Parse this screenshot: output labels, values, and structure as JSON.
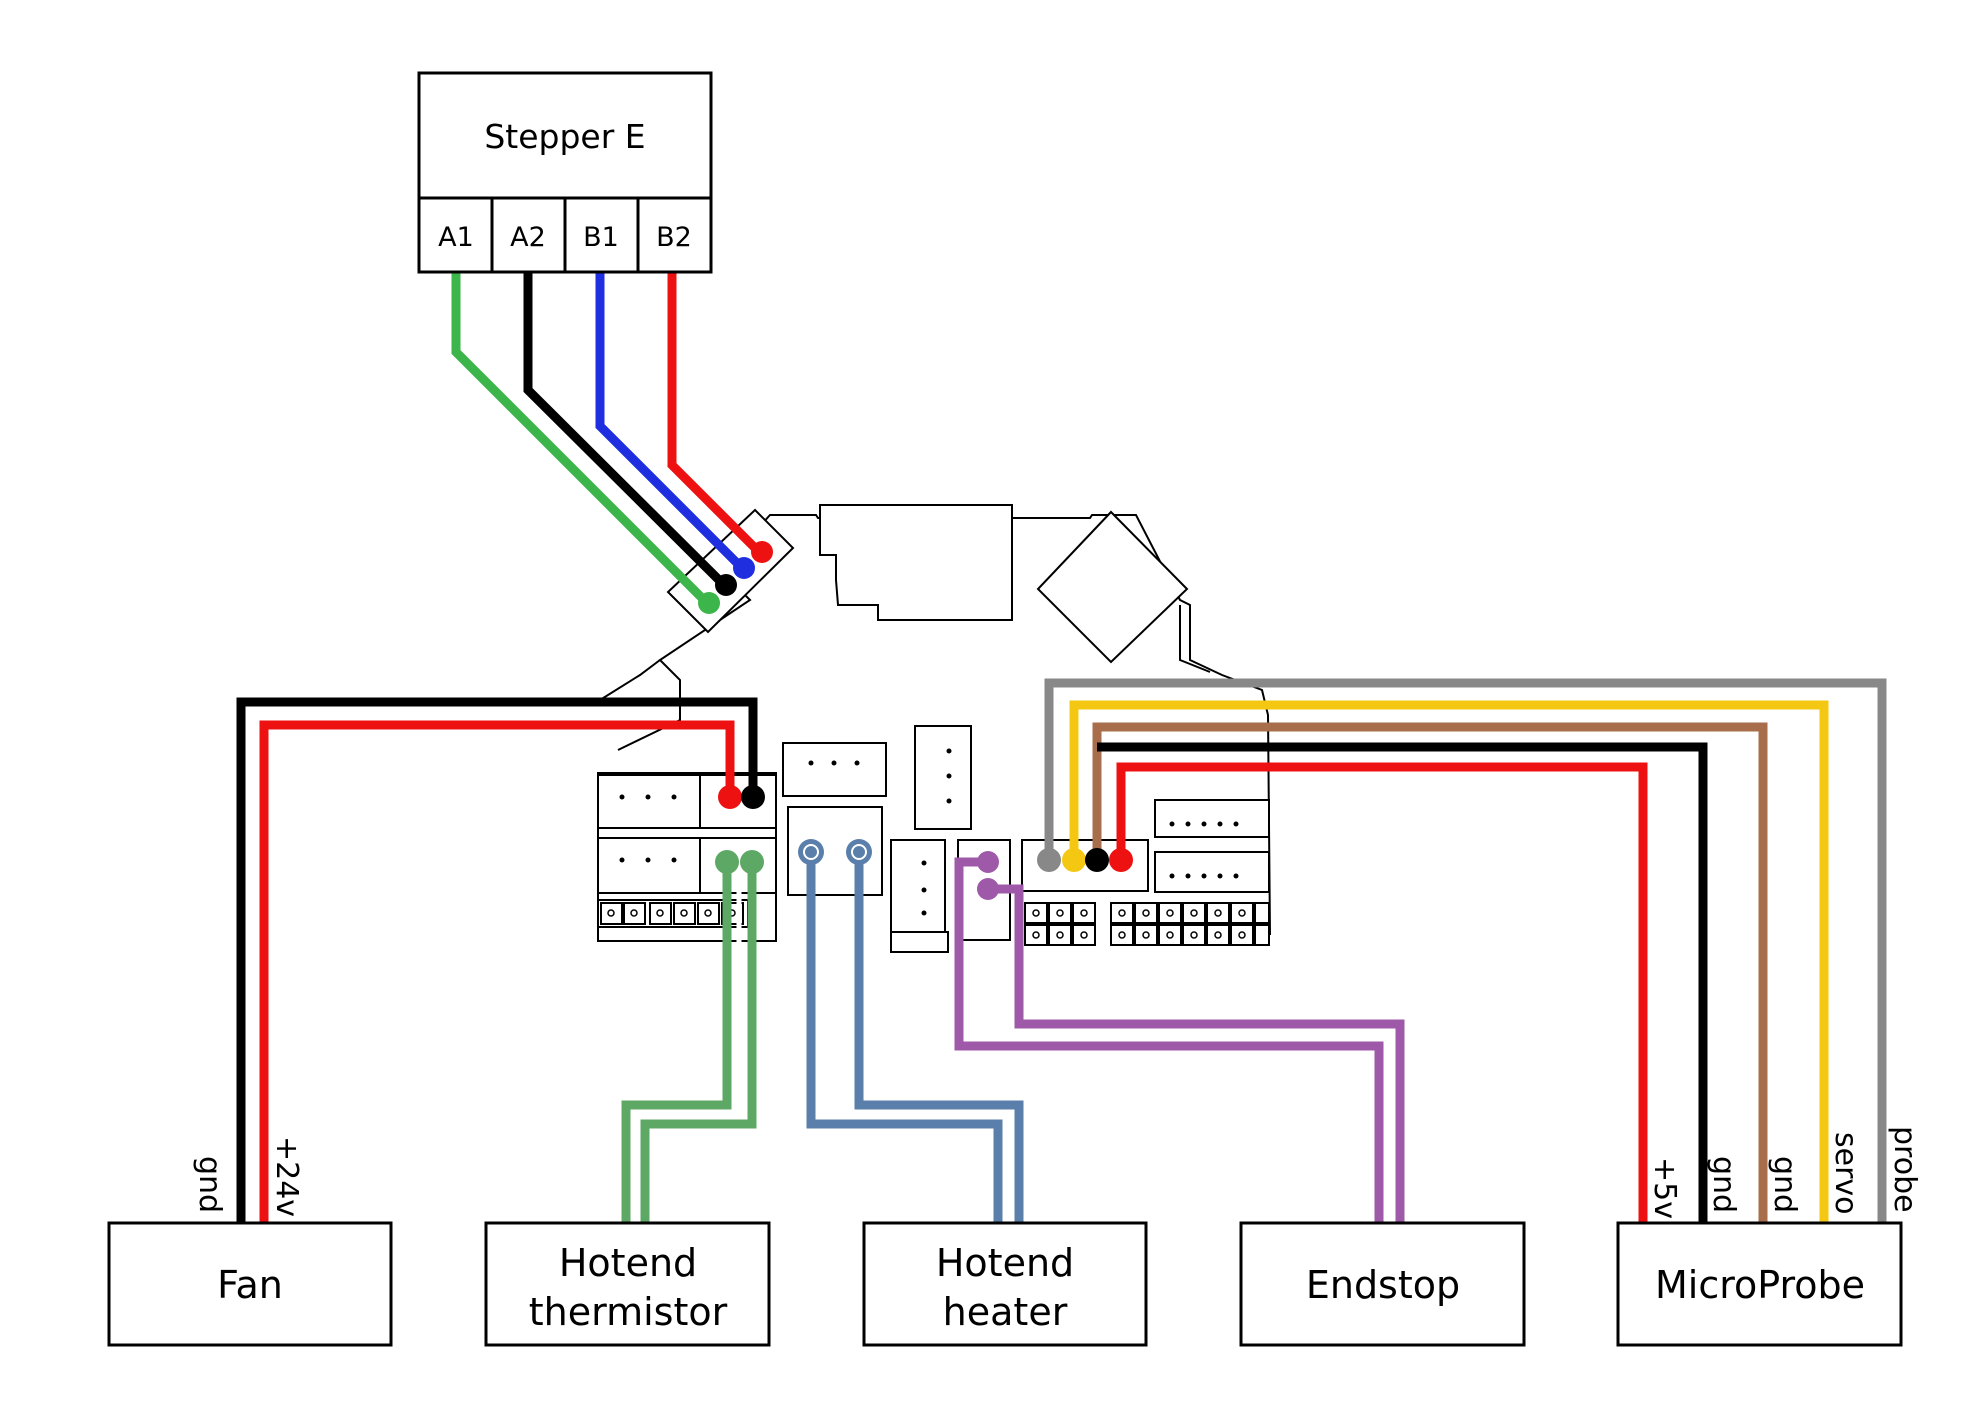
{
  "colors": {
    "green": "#3cb64a",
    "black": "#000000",
    "blue": "#1f2fe0",
    "red": "#ee1111",
    "sage": "#5ea865",
    "steel": "#5a7fab",
    "purple": "#9e5aa8",
    "gray": "#888888",
    "yellow": "#f4c812",
    "brown": "#a86d4a"
  },
  "stepper": {
    "title": "Stepper E",
    "pins": [
      "A1",
      "A2",
      "B1",
      "B2"
    ]
  },
  "components": {
    "fan": "Fan",
    "thermistor_l1": "Hotend",
    "thermistor_l2": "thermistor",
    "heater_l1": "Hotend",
    "heater_l2": "heater",
    "endstop": "Endstop",
    "microprobe": "MicroProbe"
  },
  "wire_labels": {
    "fan_gnd": "gnd",
    "fan_24v": "+24v",
    "probe_5v": "+5v",
    "probe_gnd1": "gnd",
    "probe_gnd2": "gnd",
    "probe_servo": "servo",
    "probe_probe": "probe"
  }
}
